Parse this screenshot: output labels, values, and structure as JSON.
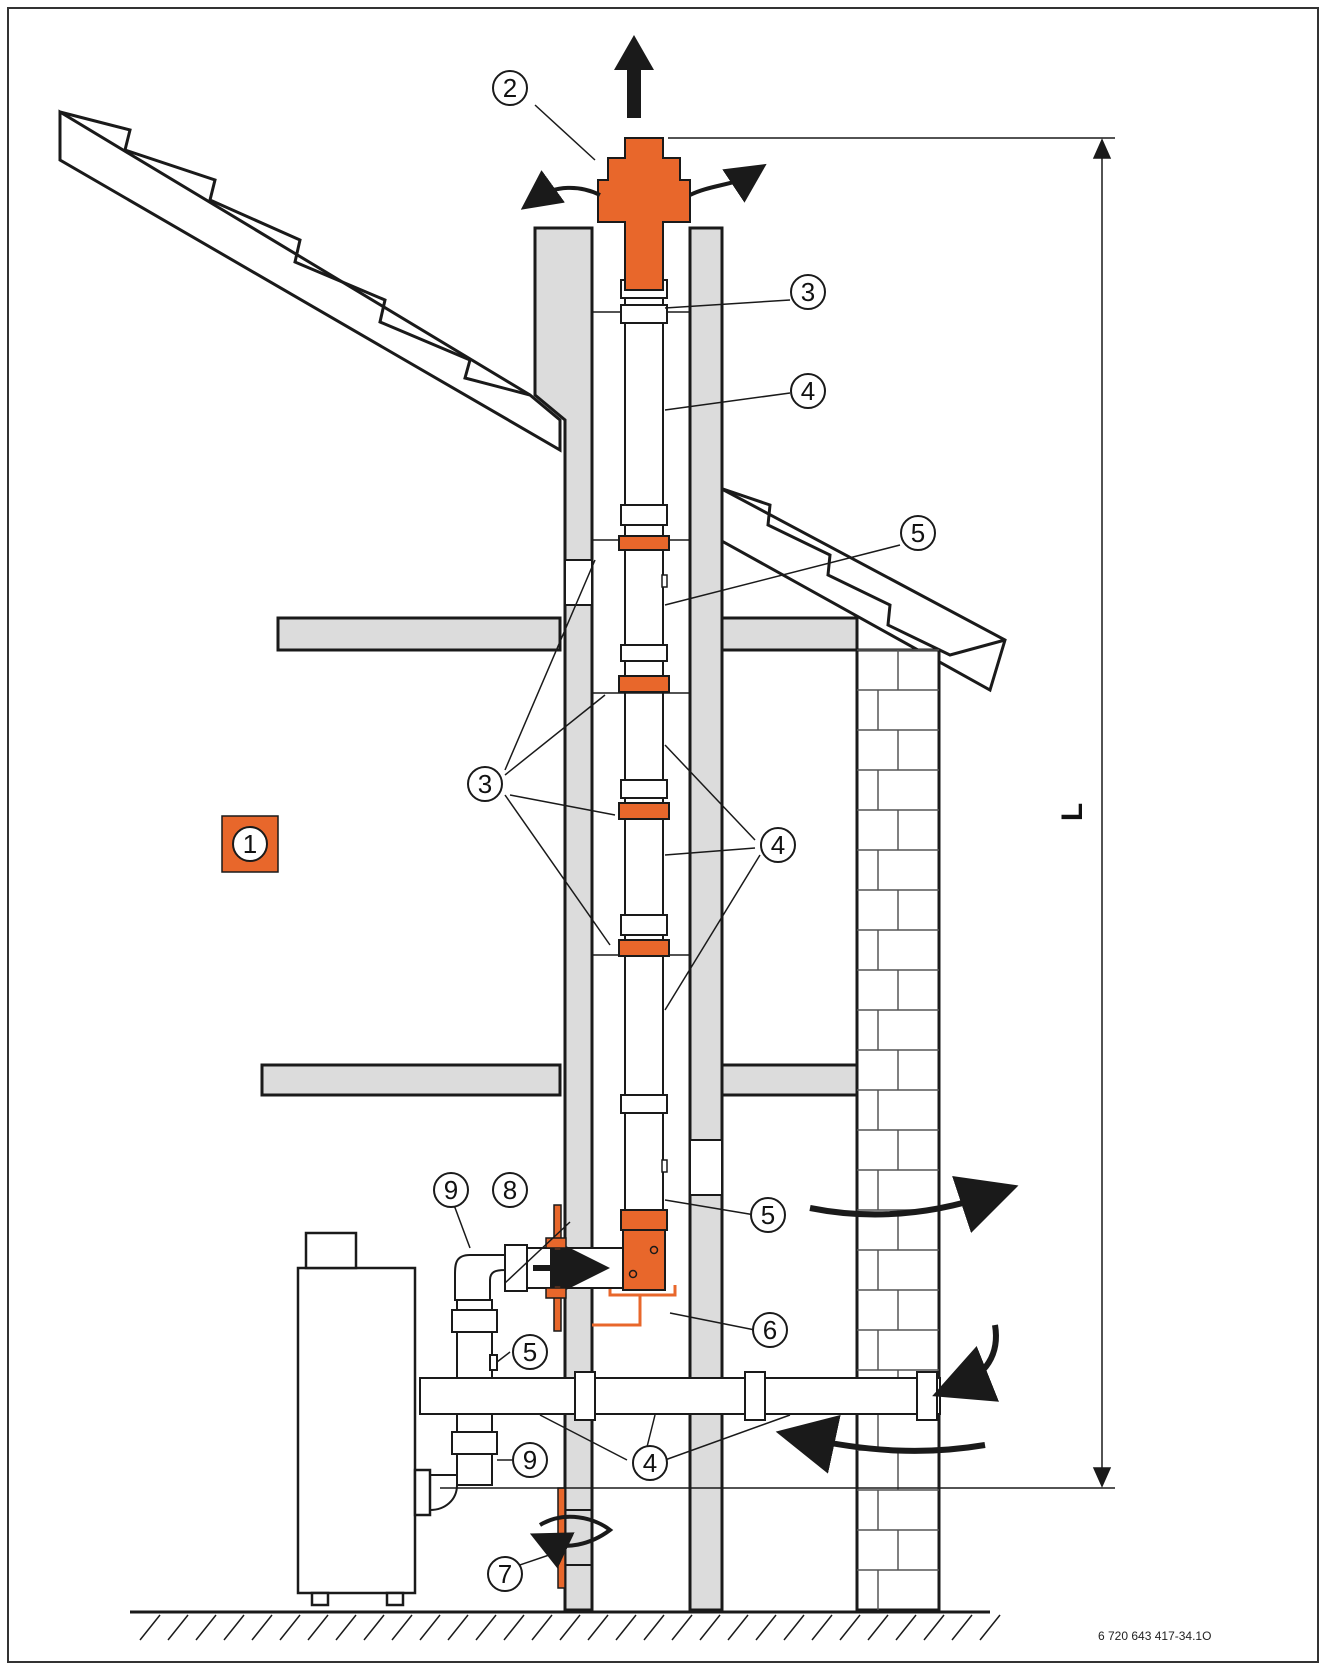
{
  "colors": {
    "accent": "#e8672b",
    "wall": "#dcdcdc",
    "outline": "#1a1a1a",
    "pipe": "#ffffff"
  },
  "labels": {
    "room_marker": "1",
    "terminal": "2",
    "clamp_top": "3",
    "pipe_top": "4",
    "inspection_top": "5",
    "clamp_group": "3",
    "pipe_group": "4",
    "inspection_bottom": "5",
    "support_bend": "6",
    "vent_cover": "7",
    "wall_plate": "8",
    "boiler_bend_top": "9",
    "boiler_inspection": "5",
    "horizontal_pipes": "4",
    "boiler_bend_bottom": "9"
  },
  "dimension_label": "L",
  "reference_code": "6 720 643 417-34.1O"
}
